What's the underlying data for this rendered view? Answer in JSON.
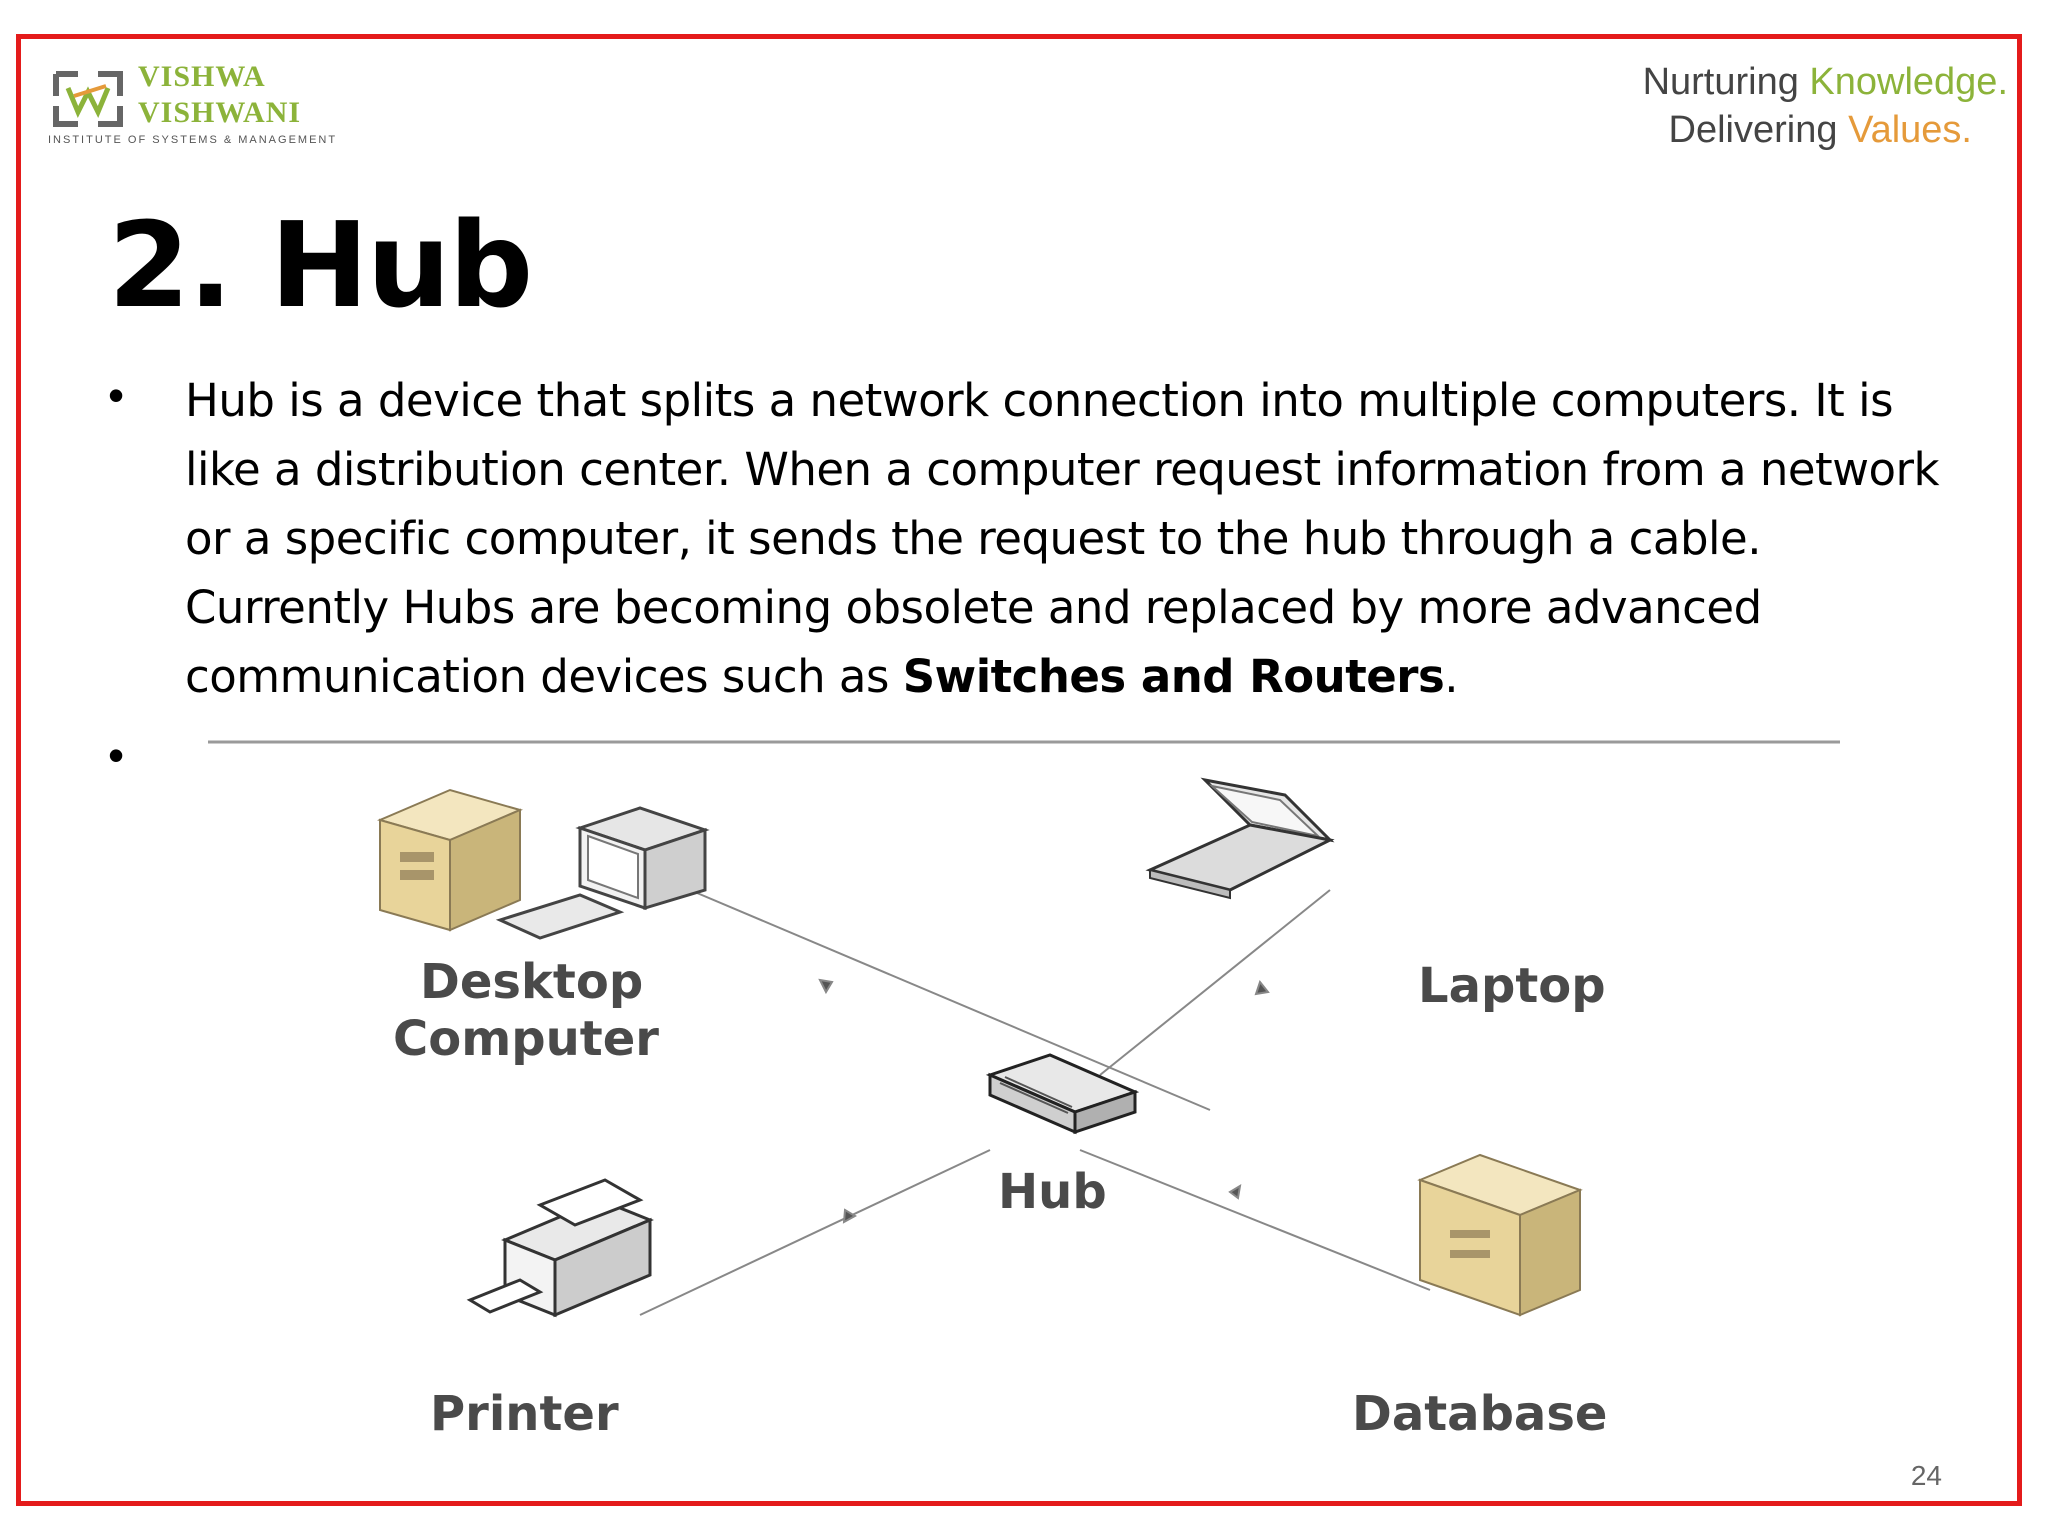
{
  "logo": {
    "line1": "VISHWA",
    "line2": "VISHWANI",
    "subtitle": "INSTITUTE OF SYSTEMS & MANAGEMENT"
  },
  "tagline": {
    "line1_part1": "Nurturing ",
    "line1_part2": "Knowledge.",
    "line2_part1": "Delivering ",
    "line2_part2": "Values."
  },
  "title": "2. Hub",
  "bullet1": {
    "text": "Hub is a device that splits a network connection into multiple computers. It is like a distribution center. When a computer request information from a network or a specific computer, it sends the request to the hub through a cable. Currently Hubs are becoming obsolete and replaced by more advanced communication devices such as ",
    "bold": "Switches and Routers",
    "end": "."
  },
  "diagram": {
    "desktop_line1": "Desktop",
    "desktop_line2": "Computer",
    "laptop": "Laptop",
    "hub": "Hub",
    "printer": "Printer",
    "database": "Database"
  },
  "page_number": "24",
  "colors": {
    "border": "#e41b1b",
    "green": "#8cb33a",
    "orange": "#e59a3a"
  }
}
